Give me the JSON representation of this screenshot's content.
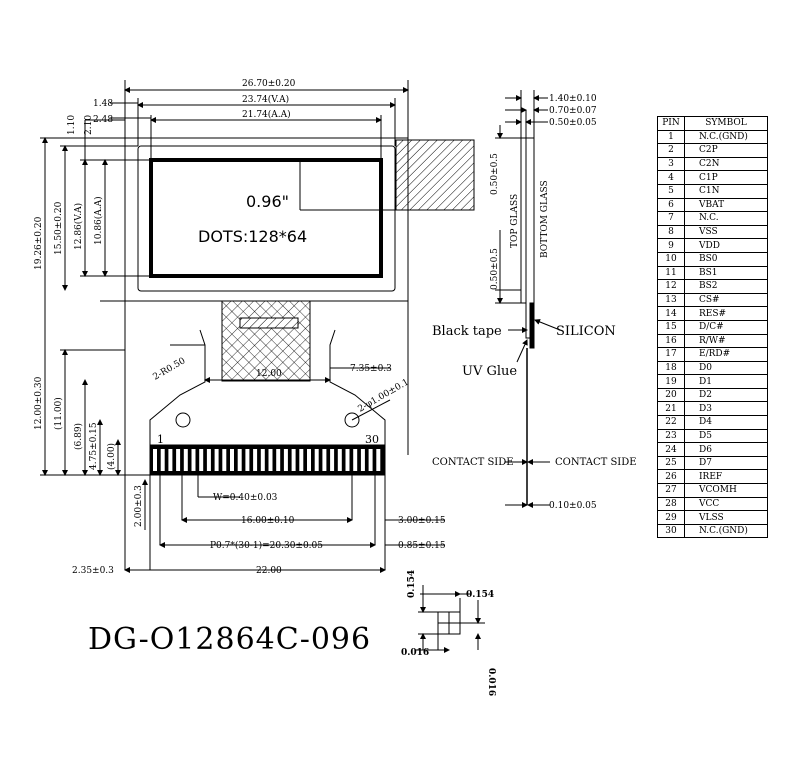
{
  "title": "DG-O12864C-096",
  "display": {
    "size": "0.96\"",
    "dots": "DOTS:128*64"
  },
  "pin_table": {
    "headers": [
      "PIN",
      "SYMBOL"
    ],
    "rows": [
      [
        "1",
        "N.C.(GND)"
      ],
      [
        "2",
        "C2P"
      ],
      [
        "3",
        "C2N"
      ],
      [
        "4",
        "C1P"
      ],
      [
        "5",
        "C1N"
      ],
      [
        "6",
        "VBAT"
      ],
      [
        "7",
        "N.C."
      ],
      [
        "8",
        "VSS"
      ],
      [
        "9",
        "VDD"
      ],
      [
        "10",
        "BS0"
      ],
      [
        "11",
        "BS1"
      ],
      [
        "12",
        "BS2"
      ],
      [
        "13",
        "CS#"
      ],
      [
        "14",
        "RES#"
      ],
      [
        "15",
        "D/C#"
      ],
      [
        "16",
        "R/W#"
      ],
      [
        "17",
        "E/RD#"
      ],
      [
        "18",
        "D0"
      ],
      [
        "19",
        "D1"
      ],
      [
        "20",
        "D2"
      ],
      [
        "21",
        "D3"
      ],
      [
        "22",
        "D4"
      ],
      [
        "23",
        "D5"
      ],
      [
        "24",
        "D6"
      ],
      [
        "25",
        "D7"
      ],
      [
        "26",
        "IREF"
      ],
      [
        "27",
        "VCOMH"
      ],
      [
        "28",
        "VCC"
      ],
      [
        "29",
        "VLSS"
      ],
      [
        "30",
        "N.C.(GND)"
      ]
    ]
  },
  "front_view": {
    "width_outline": "26.70±0.20",
    "width_va": "23.74(V.A)",
    "width_aa": "21.74(A.A)",
    "left_148": "1.48",
    "left_248": "2.48",
    "top_110": "1.10",
    "top_210": "2.10",
    "height_outline": "19.26±0.20",
    "height_1550": "15.50±0.20",
    "height_va": "12.86(V.A)",
    "height_aa": "10.86(A.A)",
    "height_fpc": "12.00±0.30",
    "height_1100": "(11.00)",
    "height_689": "(6.89)",
    "height_475": "4.75±0.15",
    "height_400": "(4.00)",
    "height_200": "2.00±0.3",
    "radius": "2-R0.50",
    "hole": "2-φ1.00±0.1",
    "fpc_width_1200": "12.00",
    "offset_735": "7.35±0.3",
    "pin_1": "1",
    "pin_30": "30",
    "w_pitch": "W=0.40±0.03",
    "width_1600": "16.00±0.10",
    "offset_300": "3.00±0.15",
    "pitch_total": "P0.7*(30-1)=20.30±0.05",
    "offset_085": "0.85±0.15",
    "width_2200": "22.00",
    "offset_235": "2.35±0.3"
  },
  "side_view": {
    "thickness_140": "1.40±0.10",
    "thickness_070": "0.70±0.07",
    "thickness_050": "0.50±0.05",
    "top_050": "0.50±0.5",
    "mid_050": "0.50±0.5",
    "top_glass": "TOP GLASS",
    "bottom_glass": "BOTTOM GLASS",
    "black_tape": "Black tape",
    "silicon": "SILICON",
    "uv_glue": "UV Glue",
    "contact_left": "CONTACT SIDE",
    "contact_right": "CONTACT SIDE",
    "fpc_thickness": "0.10±0.05"
  },
  "pixel_detail": {
    "top": "0.154",
    "right": "0.154",
    "bottom": "0.016",
    "side": "0.016"
  }
}
